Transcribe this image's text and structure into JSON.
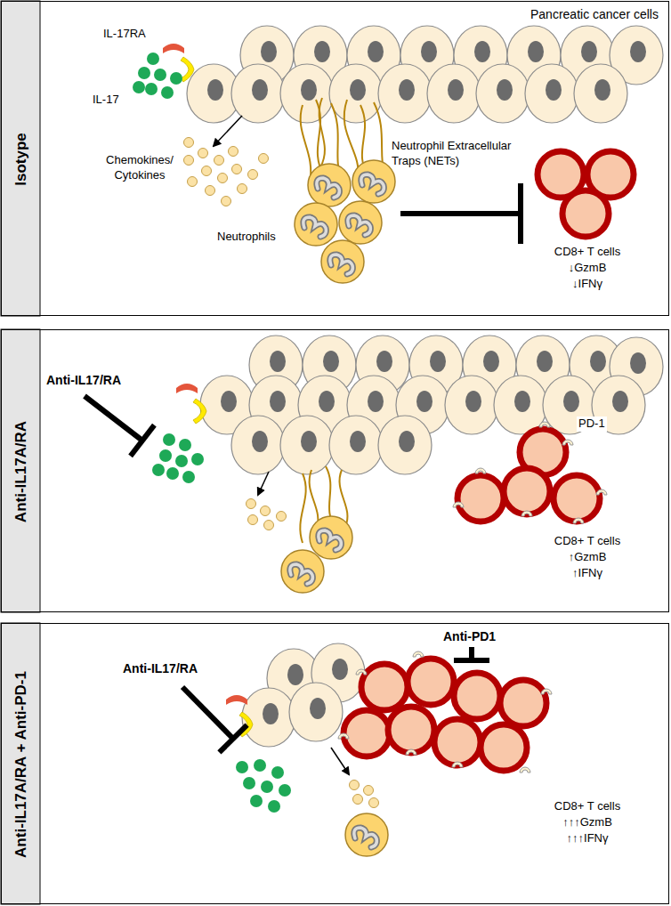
{
  "diagram": {
    "nodes": [
      {
        "text": [
          "Isotype"
        ]
      },
      {
        "text": [
          "Anti-IL17A/RA"
        ]
      },
      {
        "text": [
          "Anti-IL17A/RA + Anti-PD-1"
        ]
      }
    ],
    "labels": [
      "Pancreatic cancer cells",
      "IL-17RA",
      "IL-17",
      "Neutrophil Extracellular Traps (NETs)",
      "Chemokines/ Cytokines",
      "Neutrophils",
      "CD8+ T cells",
      "↓GzmB",
      "↓IFNγ",
      "Anti-IL17/RA",
      "PD-1",
      "CD8+ T cells",
      "↑GzmB",
      "↑IFNγ",
      "Anti-PD1",
      "Anti-IL17/RA",
      "CD8+ T cells",
      "↑↑↑GzmB",
      "↑↑↑IFNγ"
    ]
  }
}
